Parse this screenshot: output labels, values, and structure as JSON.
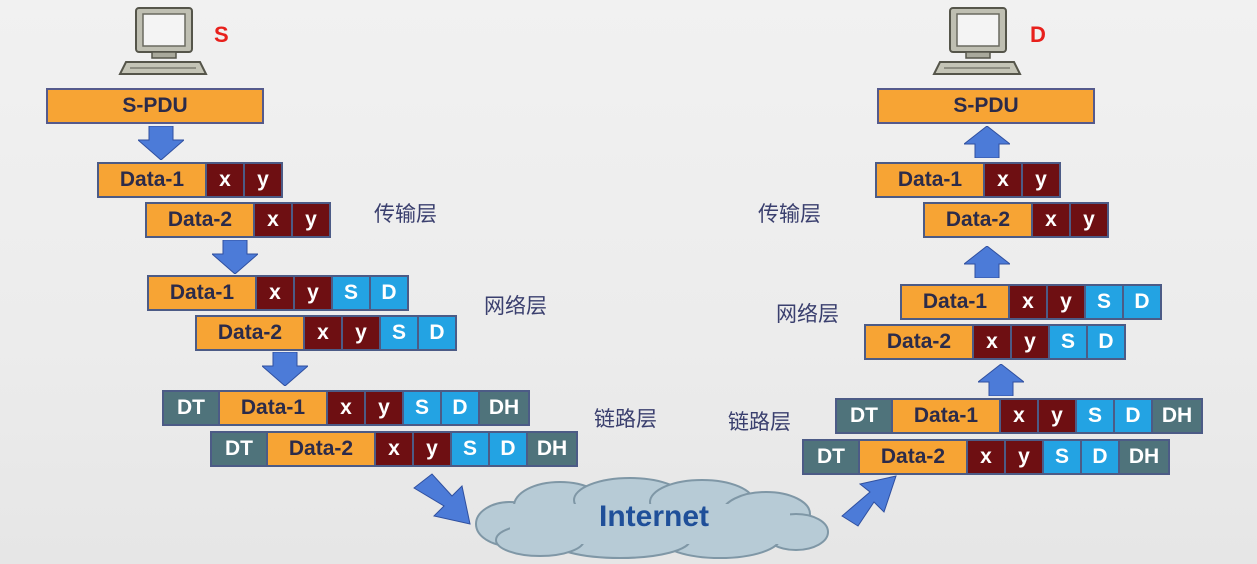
{
  "source": {
    "label": "S",
    "pdu_label": "S-PDU",
    "transport_label": "传输层",
    "network_label": "网络层",
    "link_label": "链路层"
  },
  "destination": {
    "label": "D",
    "pdu_label": "S-PDU",
    "transport_label": "传输层",
    "network_label": "网络层",
    "link_label": "链路层"
  },
  "segments": {
    "data1": "Data-1",
    "data2": "Data-2",
    "x": "x",
    "y": "y",
    "s": "S",
    "d": "D",
    "dt": "DT",
    "dh": "DH"
  },
  "internet_label": "Internet",
  "colors": {
    "data": "#f7a434",
    "header_xy": "#6e0f12",
    "header_sd": "#23a3e3",
    "header_dt_dh": "#4f737b",
    "arrow": "#4c7bd8",
    "cloud": "#b7cbd6",
    "node_label": "#e8201c"
  }
}
